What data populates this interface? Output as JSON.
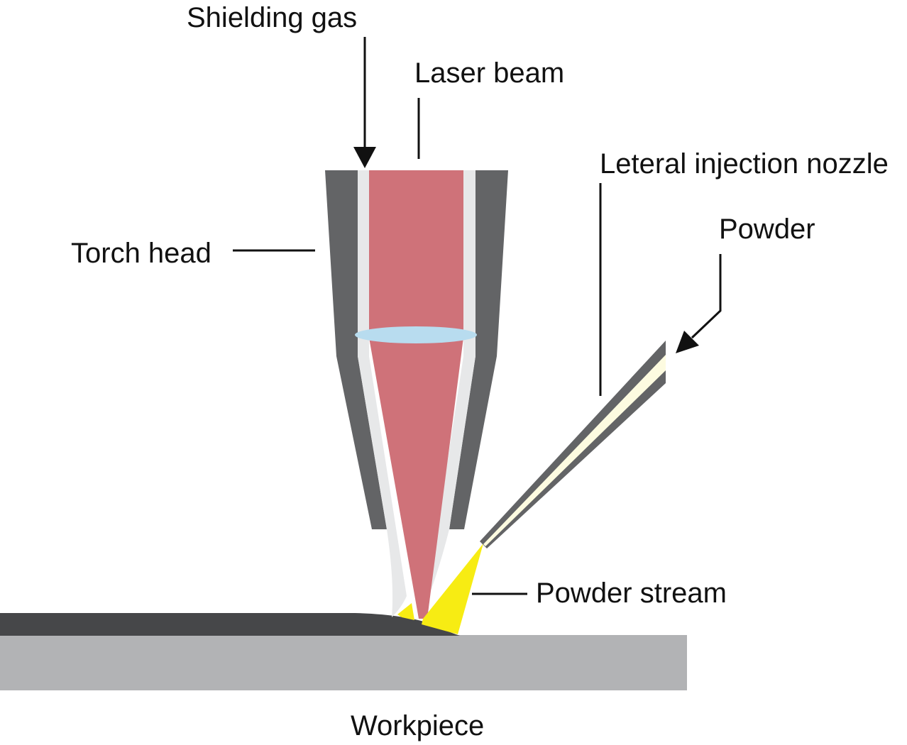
{
  "labels": {
    "shielding_gas": "Shielding gas",
    "laser_beam": "Laser beam",
    "lateral_injection_nozzle": "Leteral injection nozzle",
    "powder": "Powder",
    "torch_head": "Torch head",
    "powder_stream": "Powder stream",
    "workpiece": "Workpiece"
  },
  "colors": {
    "torch_body": "#636466",
    "gas_channel": "#e7e8e9",
    "laser_beam": "#cf7279",
    "lens": "#b8dcef",
    "nozzle_wall": "#636466",
    "nozzle_powder": "#fdfbe0",
    "powder_stream": "#f7ec13",
    "deposit_layer": "#464749",
    "workpiece": "#b2b3b5",
    "leader_line": "#111111"
  }
}
